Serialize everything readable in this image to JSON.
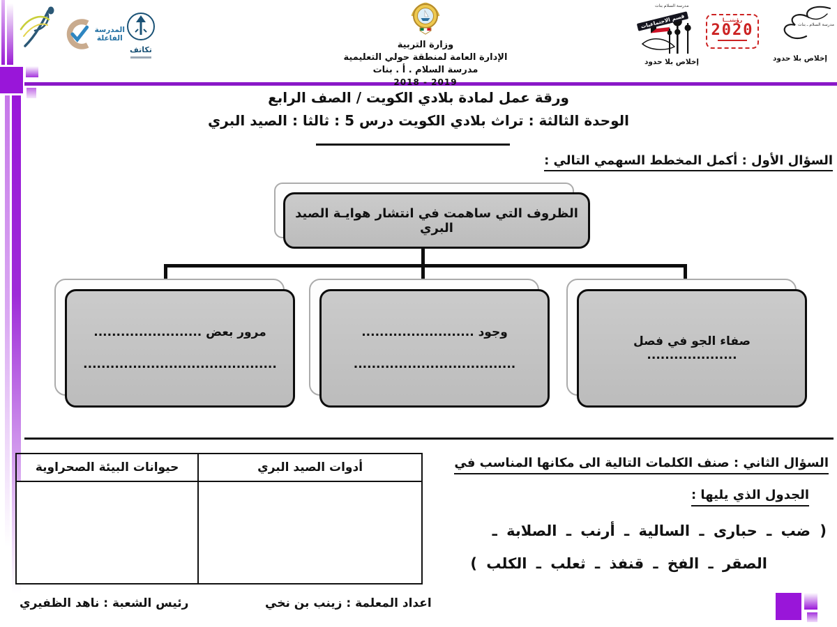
{
  "colors": {
    "accent_purple": "#9916d9",
    "header_line_purple": "#8a18c8",
    "box_gray": "#c2c2c2",
    "vision_red": "#cc2222"
  },
  "header": {
    "ministry_lines": [
      "وزارة التربية",
      "الإدارة العامة لمنطقة حولي التعليمية",
      "مدرسة السلام . أ . بنات"
    ],
    "school_year": "2018 - 2019",
    "logos": {
      "effective_school": "المدرسة الفاعلة",
      "takatuf": "تكاتف",
      "dept_name": "قسم الاجتماعيات",
      "dept_school": "مدرسة السلام بنات",
      "dept_slogan": "إخلاص بلا حدود",
      "vision_title": "رؤيتنـــا",
      "vision_year": "2020",
      "dove_school": "مدرسة السلام ـ بنات",
      "dove_slogan": "إخلاص بلا حدود"
    }
  },
  "title": {
    "line1": "ورقة عمل لمادة بلادي الكويت  /  الصف الرابع",
    "line2": "الوحدة الثالثة : تراث بلادي الكويت    درس 5 :  ثالثا : الصيد البري"
  },
  "question1": "السؤال الأول : أكمل المخطط السهمي التالي  :",
  "flowchart": {
    "root": "الظروف التي ساهمت في انتشار هوايـة الصيد البري",
    "children": [
      {
        "line1": "صفاء الجو في فصل ....................",
        "line2": ""
      },
      {
        "line1": "وجود .........................",
        "line2": "...................................."
      },
      {
        "line1": "مرور بعض ........................",
        "line2": "..........................................."
      }
    ]
  },
  "question2": {
    "heading1": "السؤال الثاني : صنف الكلمات التالية الى مكانها المناسب في",
    "heading2": "الجدول الذي يليها :",
    "words_line1": "(  ضب  ـ  حبارى  ـ  السالية  ـ  أرنب  ـ  الصلابة  ـ",
    "words_line2": "الصقر  ـ  الفخ  ـ  قنفذ  ـ  ثعلب  ـ  الكلب  )"
  },
  "table": {
    "headers": [
      "أدوات الصيد البري",
      "حيوانات البيئة الصحراوية"
    ]
  },
  "footer": {
    "prepared_by": "اعداد المعلمة : زينب بن نخي",
    "section_head": "رئيس الشعبة : ناهد الظفيري"
  }
}
